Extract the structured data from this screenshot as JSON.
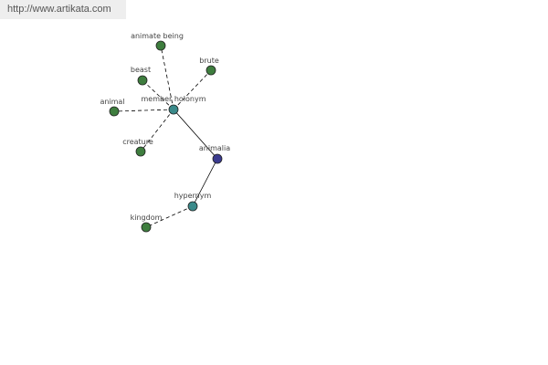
{
  "source_link": "http://www.artikata.com",
  "colors": {
    "center": "#3b3b8f",
    "relation": "#3a8a8a",
    "word": "#3e7d3e",
    "edge": "#000000",
    "label": "#444444"
  },
  "nodes": [
    {
      "id": "animalia",
      "label": "animalia",
      "kind": "center"
    },
    {
      "id": "member-holonym",
      "label": "member holonym",
      "kind": "relation"
    },
    {
      "id": "hypernym",
      "label": "hypernym",
      "kind": "relation"
    },
    {
      "id": "animate-being",
      "label": "animate being",
      "kind": "word"
    },
    {
      "id": "beast",
      "label": "beast",
      "kind": "word"
    },
    {
      "id": "brute",
      "label": "brute",
      "kind": "word"
    },
    {
      "id": "animal",
      "label": "animal",
      "kind": "word"
    },
    {
      "id": "creature",
      "label": "creature",
      "kind": "word"
    },
    {
      "id": "kingdom",
      "label": "kingdom",
      "kind": "word"
    }
  ],
  "edges": [
    {
      "from": "animalia",
      "to": "member-holonym",
      "style": "solid"
    },
    {
      "from": "animalia",
      "to": "hypernym",
      "style": "solid"
    },
    {
      "from": "member-holonym",
      "to": "animate-being",
      "style": "dashed"
    },
    {
      "from": "member-holonym",
      "to": "beast",
      "style": "dashed"
    },
    {
      "from": "member-holonym",
      "to": "brute",
      "style": "dashed"
    },
    {
      "from": "member-holonym",
      "to": "animal",
      "style": "dashed"
    },
    {
      "from": "member-holonym",
      "to": "creature",
      "style": "dashed"
    },
    {
      "from": "hypernym",
      "to": "kingdom",
      "style": "dashed"
    }
  ]
}
